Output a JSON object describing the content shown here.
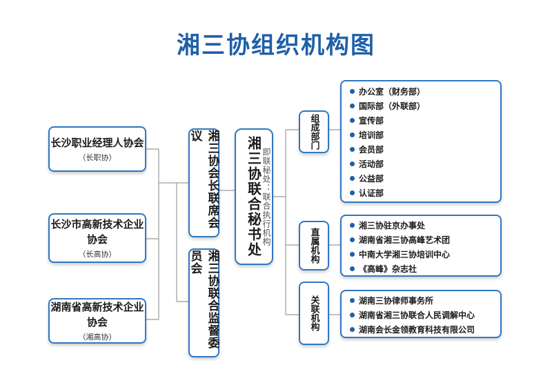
{
  "title": "湘三协组织机构图",
  "associations": [
    {
      "name": "长沙职业经理人协会",
      "abbr": "（长职协）"
    },
    {
      "name": "长沙市高新技术企业协会",
      "abbr": "（长高协）"
    },
    {
      "name": "湖南省高新技术企业协会",
      "abbr": "（湘高协）"
    }
  ],
  "councils": {
    "joint_council": "湘三协会长联席会议",
    "supervisory": "湘三协联合监督委员会"
  },
  "secretariat": {
    "name": "湘三协联合秘书处",
    "note": "即联秘处：联合执行机构"
  },
  "categories": [
    {
      "label": "组成部门",
      "items": [
        "办公室（财务部）",
        "国际部（外联部）",
        "宣传部",
        "培训部",
        "会员部",
        "活动部",
        "公益部",
        "认证部"
      ]
    },
    {
      "label": "直属机构",
      "items": [
        "湘三协驻京办事处",
        "湖南省湘三协高峰艺术团",
        "中南大学湘三协培训中心",
        "《高峰》杂志社"
      ]
    },
    {
      "label": "关联机构",
      "items": [
        "湖南三协律师事务所",
        "湖南省湘三协联合人民调解中心",
        "湖南会长金领教育科技有限公司"
      ]
    }
  ],
  "colors": {
    "accent": "#2e76c3",
    "title": "#1f5fa8",
    "line": "#9a9a9a"
  }
}
